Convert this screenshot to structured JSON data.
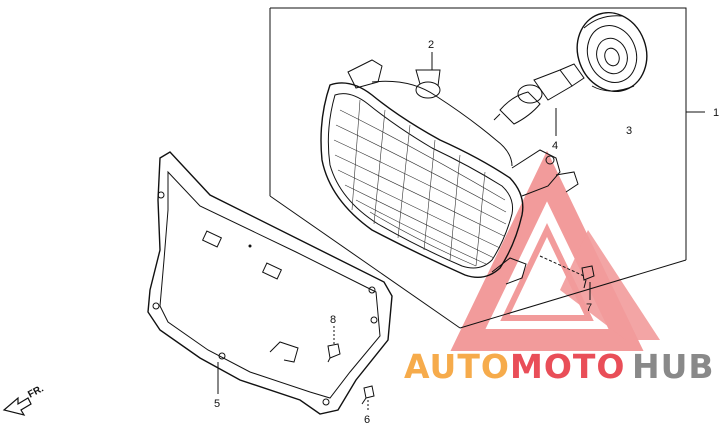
{
  "diagram": {
    "callouts": {
      "c1": "1",
      "c2": "2",
      "c3": "3",
      "c4": "4",
      "c5": "5",
      "c6": "6",
      "c7": "7",
      "c8": "8"
    },
    "direction_label": "FR.",
    "watermark": {
      "part1": "AUTO",
      "part2": "MOTO",
      "part3": "HUB",
      "color_orange": "#f6a43c",
      "color_red": "#e8404a",
      "color_grey": "#7f7f7f",
      "logo_color": "#f08a8a"
    }
  }
}
